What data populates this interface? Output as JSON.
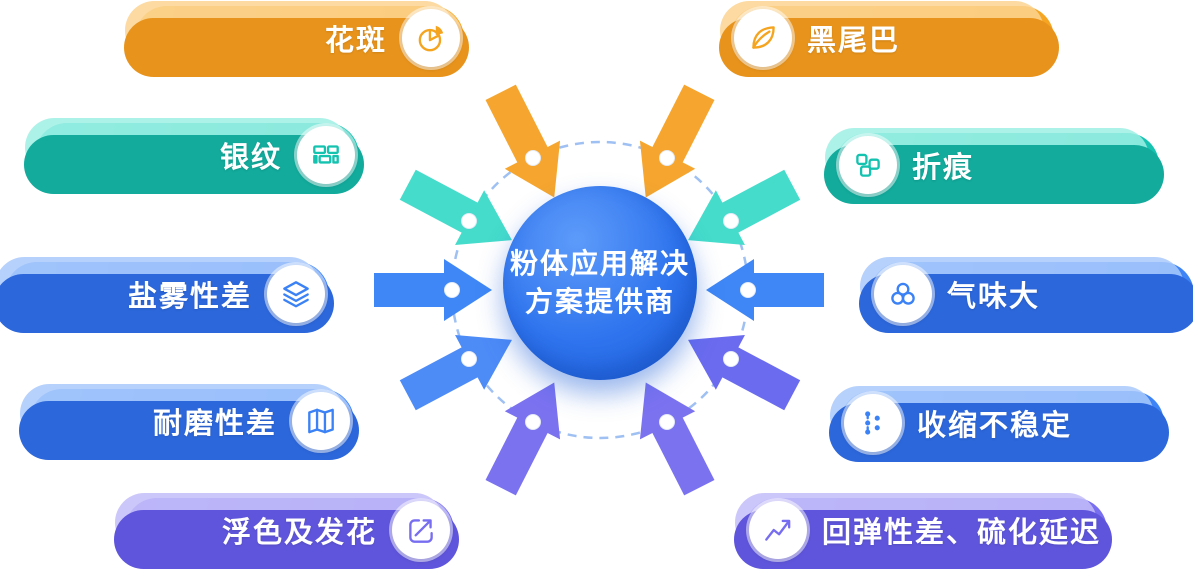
{
  "center": {
    "title_line1": "粉体应用解决",
    "title_line2": "方案提供商"
  },
  "pills": {
    "left": [
      {
        "label": "花斑",
        "icon": "pie-chart-icon",
        "theme": "orange"
      },
      {
        "label": "银纹",
        "icon": "bricks-icon",
        "theme": "teal"
      },
      {
        "label": "盐雾性差",
        "icon": "layers-icon",
        "theme": "blue"
      },
      {
        "label": "耐磨性差",
        "icon": "map-icon",
        "theme": "blue"
      },
      {
        "label": "浮色及发花",
        "icon": "trend-arrow-icon",
        "theme": "purple"
      }
    ],
    "right": [
      {
        "label": "黑尾巴",
        "icon": "leaf-icon",
        "theme": "orange"
      },
      {
        "label": "折痕",
        "icon": "puzzle-icon",
        "theme": "teal"
      },
      {
        "label": "气味大",
        "icon": "rings-icon",
        "theme": "blue"
      },
      {
        "label": "收缩不稳定",
        "icon": "nodes-icon",
        "theme": "blue"
      },
      {
        "label": "回弹性差、硫化延迟",
        "icon": "line-chart-icon",
        "theme": "purple"
      }
    ]
  },
  "colors": {
    "orange": "#F5A41F",
    "teal": "#2ED3C1",
    "blue": "#3B82F6",
    "indigo": "#6B6BEF",
    "purple": "#776DF0",
    "center_blue": "#2F74EE",
    "orbit_dash": "#9FC0F2"
  }
}
